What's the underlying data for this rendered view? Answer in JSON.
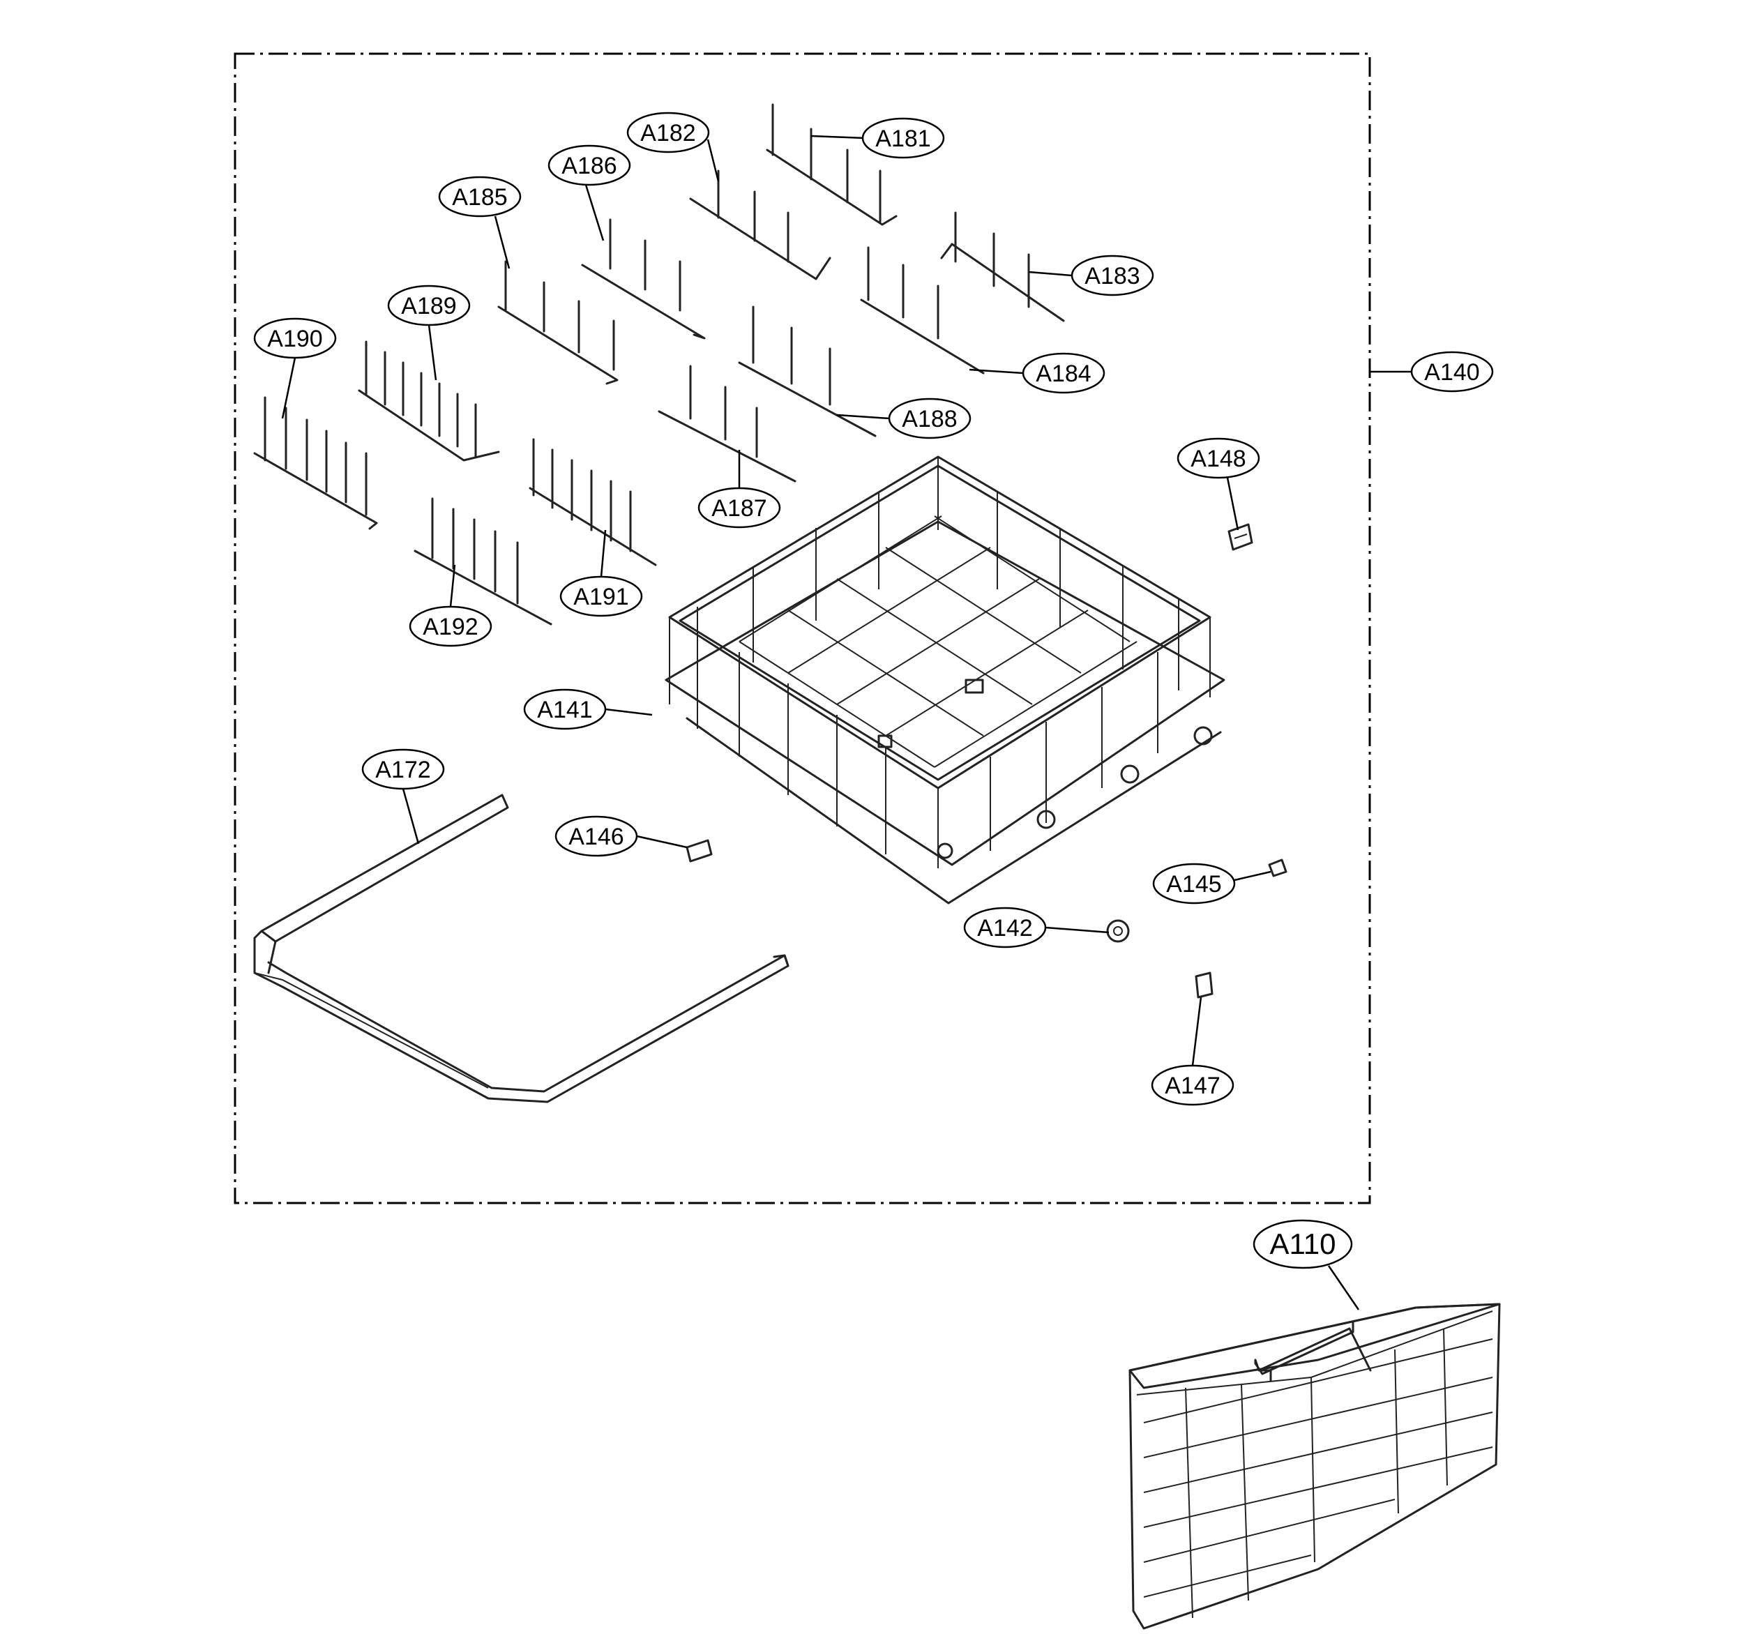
{
  "diagram": {
    "labels": {
      "A110": "A110",
      "A140": "A140",
      "A141": "A141",
      "A142": "A142",
      "A145": "A145",
      "A146": "A146",
      "A147": "A147",
      "A148": "A148",
      "A172": "A172",
      "A181": "A181",
      "A182": "A182",
      "A183": "A183",
      "A184": "A184",
      "A185": "A185",
      "A186": "A186",
      "A187": "A187",
      "A188": "A188",
      "A189": "A189",
      "A190": "A190",
      "A191": "A191",
      "A192": "A192"
    }
  }
}
